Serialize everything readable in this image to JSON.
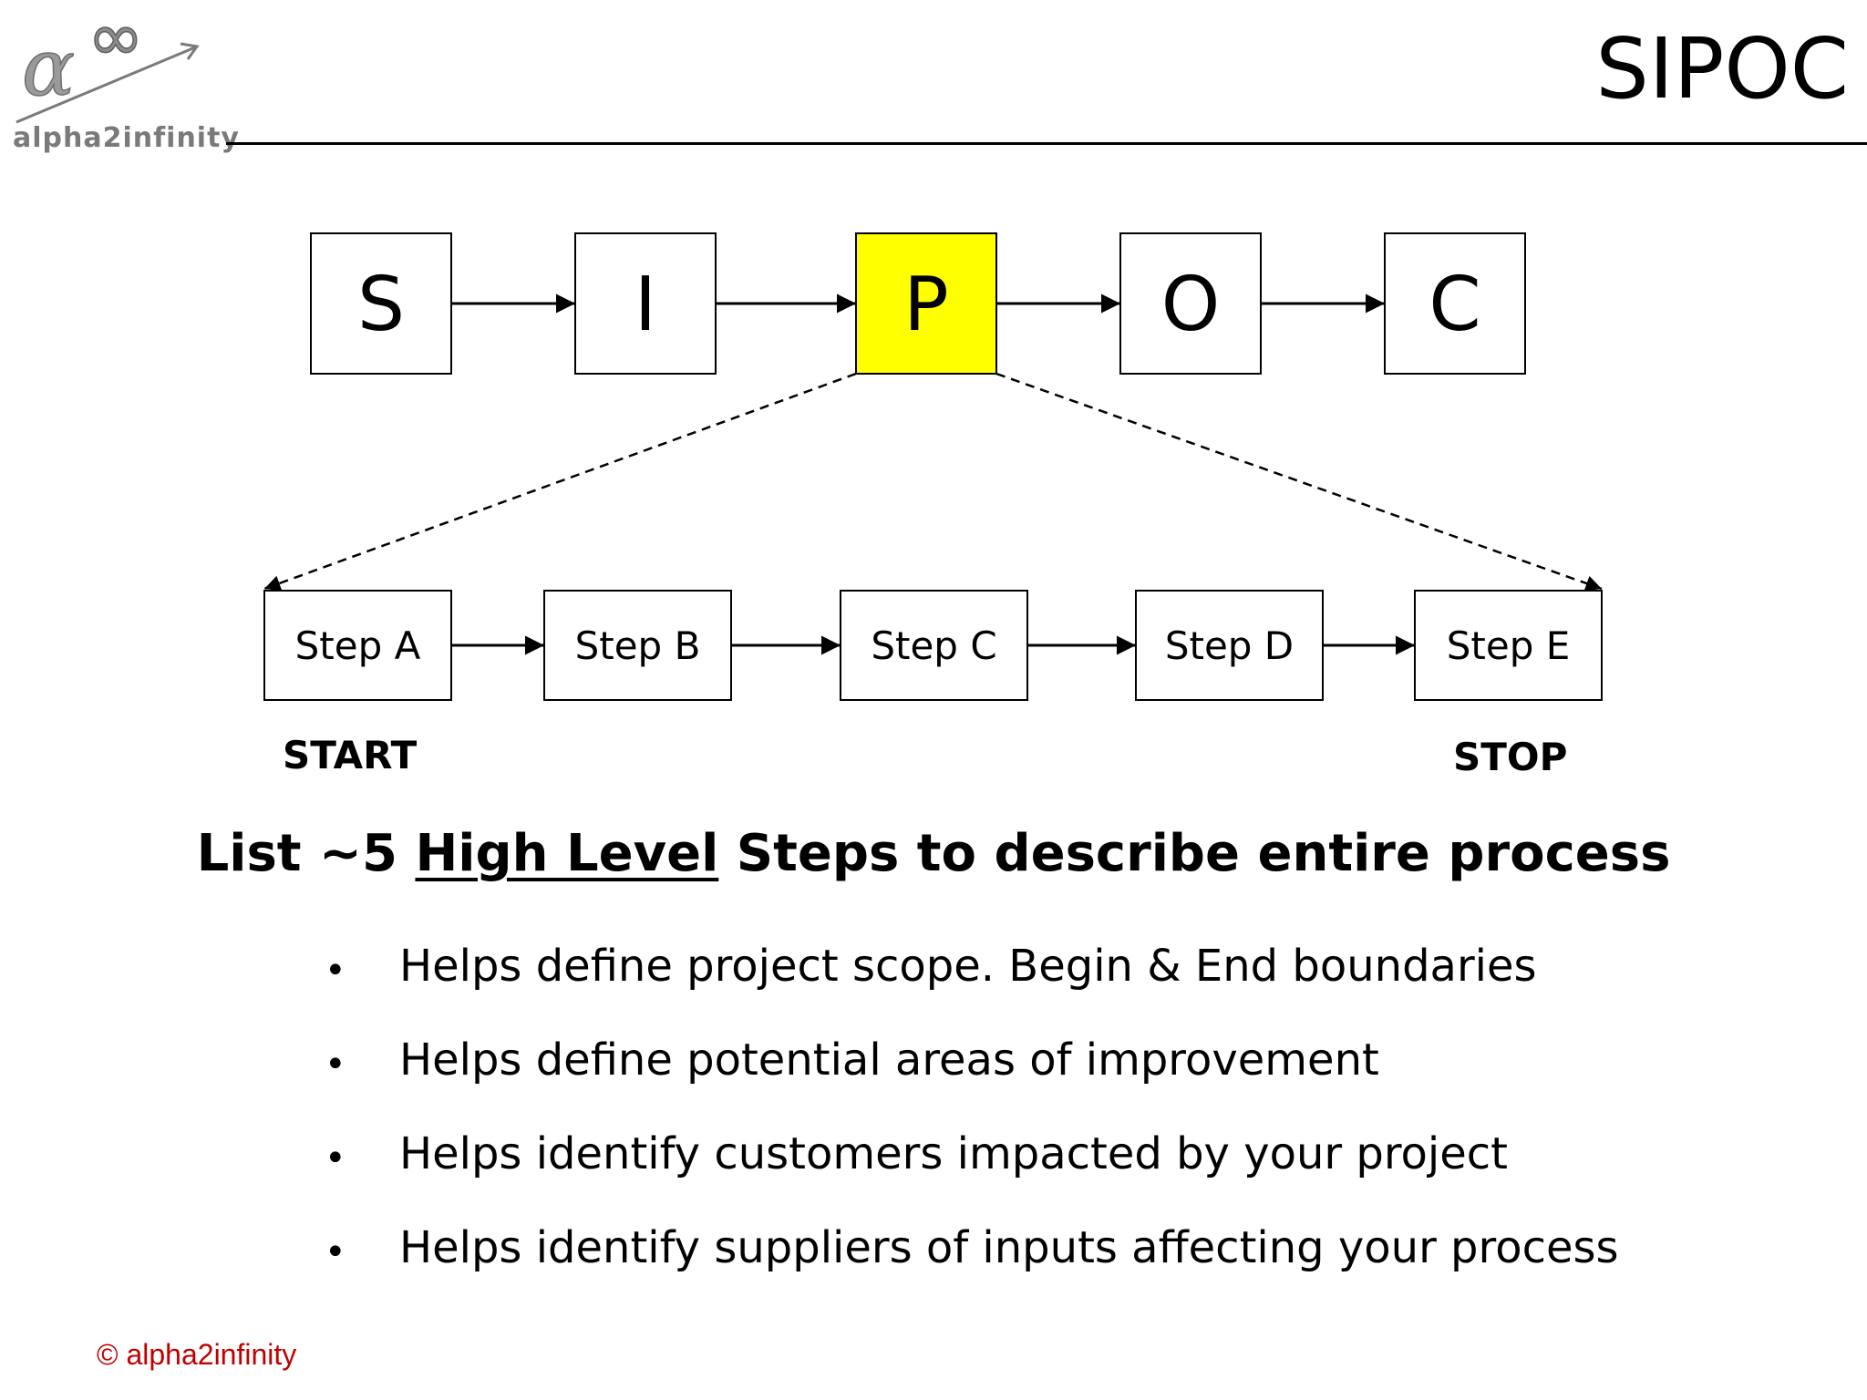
{
  "logo": {
    "wordmark": "alpha2infinity",
    "icon": "alpha-infinity-arrow-logo"
  },
  "title": "SIPOC",
  "sipoc_boxes": [
    "S",
    "I",
    "P",
    "O",
    "C"
  ],
  "highlight_color": "#ffff00",
  "process_steps": [
    "Step A",
    "Step B",
    "Step C",
    "Step D",
    "Step E"
  ],
  "labels": {
    "start": "START",
    "stop": "STOP"
  },
  "headline": {
    "prefix": "List ~5 ",
    "emphasis": "High Level",
    "suffix": " Steps to describe entire process"
  },
  "bullets": [
    "Helps define project scope. Begin & End boundaries",
    "Helps define potential areas of improvement",
    "Helps identify customers impacted by your project",
    "Helps identify suppliers of inputs affecting your process"
  ],
  "footer": {
    "copyright": "© alpha2infinity",
    "color": "#c00000"
  }
}
